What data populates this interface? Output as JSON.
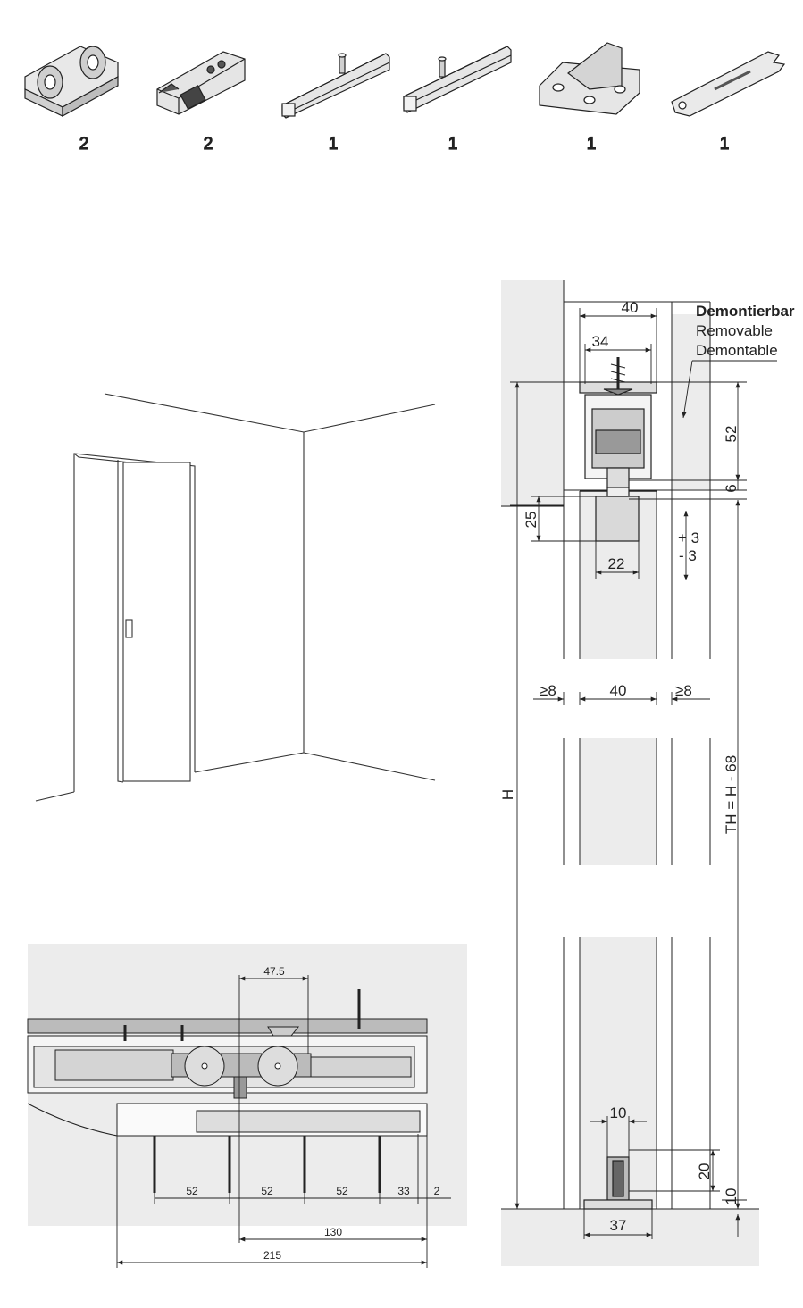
{
  "parts": [
    {
      "icon": "roller-carriage-icon",
      "qty": "2"
    },
    {
      "icon": "soft-close-damper-icon",
      "qty": "2"
    },
    {
      "icon": "track-stopper-left-icon",
      "qty": "1"
    },
    {
      "icon": "track-stopper-right-icon",
      "qty": "1"
    },
    {
      "icon": "floor-guide-icon",
      "qty": "1"
    },
    {
      "icon": "adjustment-spanner-icon",
      "qty": "1"
    }
  ],
  "section": {
    "removable_de": "Demontierbar",
    "removable_en": "Removable",
    "removable_fr": "Demontable",
    "dim_top_outer": "40",
    "dim_top_inner": "34",
    "dim_52": "52",
    "dim_6": "6",
    "dim_25": "25",
    "dim_plus3": "+ 3",
    "dim_minus3": "- 3",
    "dim_22": "22",
    "dim_ge8_left": "≥8",
    "dim_40_door": "40",
    "dim_ge8_right": "≥8",
    "dim_H": "H",
    "dim_TH": "TH = H - 68",
    "dim_10_guide": "10",
    "dim_20": "20",
    "dim_10_floor": "10",
    "dim_37": "37"
  },
  "detail": {
    "dim_47_5": "47.5",
    "dim_52_a": "52",
    "dim_52_b": "52",
    "dim_52_c": "52",
    "dim_33": "33",
    "dim_2": "2",
    "dim_130": "130",
    "dim_215": "215"
  },
  "colors": {
    "line": "#222222",
    "panel_grey": "#ececec",
    "part_grey": "#d9d9d9",
    "dark_part": "#555555"
  }
}
